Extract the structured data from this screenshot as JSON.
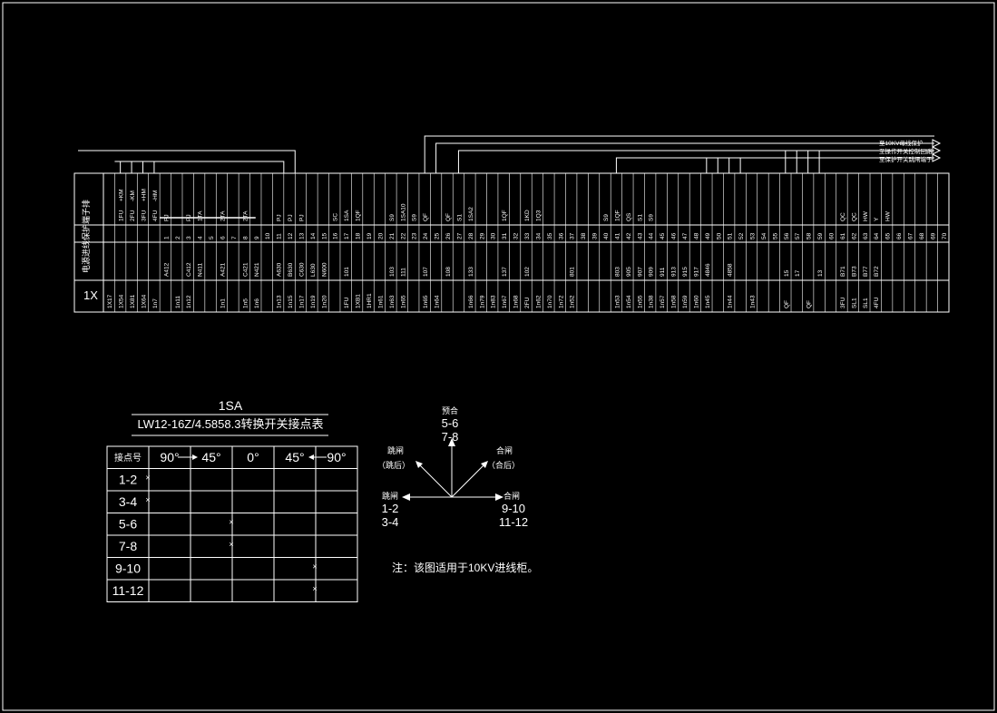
{
  "colors": {
    "background": "#000000",
    "line": "#ffffff",
    "highlight": "#ff2020"
  },
  "terminal_strip": {
    "block_label": "1X",
    "side_title": "电源进线保护端子排",
    "top_groups": [
      "+KM",
      "-KM",
      "+HM",
      "-HM"
    ],
    "right_notes": [
      "至10KV母线保护",
      "至操作开关控制回路",
      "至保护开关跳闸端子"
    ],
    "columns": [
      {
        "dev": "",
        "term": "",
        "wire": "",
        "far": "1X17"
      },
      {
        "dev": "1FU",
        "term": "",
        "wire": "",
        "far": "1X54"
      },
      {
        "dev": "2FU",
        "term": "",
        "wire": "",
        "far": "1X81"
      },
      {
        "dev": "3FU",
        "term": "",
        "wire": "",
        "far": "1X64"
      },
      {
        "dev": "4FU",
        "term": "",
        "wire": "",
        "far": "1n7"
      },
      {
        "dev": "PJ",
        "term": "1",
        "wire": "A412",
        "far": ""
      },
      {
        "dev": "",
        "term": "2",
        "wire": "",
        "far": "1n11"
      },
      {
        "dev": "PJ",
        "term": "3",
        "wire": "C412",
        "far": "1n12"
      },
      {
        "dev": "1TA",
        "term": "4",
        "wire": "N411",
        "far": ""
      },
      {
        "dev": "",
        "term": "5",
        "wire": "",
        "far": ""
      },
      {
        "dev": "2TA",
        "term": "6",
        "wire": "A421",
        "far": "1n1"
      },
      {
        "dev": "",
        "term": "7",
        "wire": "",
        "far": ""
      },
      {
        "dev": "2TA",
        "term": "8",
        "wire": "C421",
        "far": "1n5"
      },
      {
        "dev": "",
        "term": "9",
        "wire": "N421",
        "far": "1n6"
      },
      {
        "dev": "",
        "term": "10",
        "wire": "",
        "far": ""
      },
      {
        "dev": "PJ",
        "term": "11",
        "wire": "A630",
        "far": "1n13"
      },
      {
        "dev": "PJ",
        "term": "12",
        "wire": "B630",
        "far": "1n15"
      },
      {
        "dev": "PJ",
        "term": "13",
        "wire": "C630",
        "far": "1n17"
      },
      {
        "dev": "",
        "term": "14",
        "wire": "L630",
        "far": "1n19"
      },
      {
        "dev": "",
        "term": "15",
        "wire": "N600",
        "far": "1n20"
      },
      {
        "dev": "SC",
        "term": "16",
        "wire": "",
        "far": ""
      },
      {
        "dev": "1SA",
        "term": "17",
        "wire": "101",
        "far": "1FU"
      },
      {
        "dev": "1QF",
        "term": "18",
        "wire": "",
        "far": "1XB1"
      },
      {
        "dev": "",
        "term": "19",
        "wire": "",
        "far": "1HR1"
      },
      {
        "dev": "",
        "term": "20",
        "wire": "",
        "far": "1n61"
      },
      {
        "dev": "S9",
        "term": "21",
        "wire": "103",
        "far": "1n63"
      },
      {
        "dev": "1SA10",
        "term": "22",
        "wire": "111",
        "far": "1n65"
      },
      {
        "dev": "S9",
        "term": "23",
        "wire": "",
        "far": ""
      },
      {
        "dev": "QF",
        "term": "24",
        "wire": "107",
        "far": "1n65"
      },
      {
        "dev": "",
        "term": "25",
        "wire": "",
        "far": "1n64"
      },
      {
        "dev": "QF",
        "term": "26",
        "wire": "108",
        "far": ""
      },
      {
        "dev": "S1",
        "term": "27",
        "wire": "",
        "far": ""
      },
      {
        "dev": "1SA2",
        "term": "28",
        "wire": "133",
        "far": "1n66"
      },
      {
        "dev": "",
        "term": "29",
        "wire": "",
        "far": "1n79"
      },
      {
        "dev": "",
        "term": "30",
        "wire": "",
        "far": "1n83"
      },
      {
        "dev": "1QF",
        "term": "31",
        "wire": "137",
        "far": "1n67"
      },
      {
        "dev": "",
        "term": "32",
        "wire": "",
        "far": "1n68"
      },
      {
        "dev": "1KD",
        "term": "33",
        "wire": "102",
        "far": "2FU"
      },
      {
        "dev": "1Q3",
        "term": "34",
        "wire": "",
        "far": "1n62"
      },
      {
        "dev": "",
        "term": "35",
        "wire": "",
        "far": "1n70"
      },
      {
        "dev": "",
        "term": "36",
        "wire": "",
        "far": "1n72"
      },
      {
        "dev": "",
        "term": "37",
        "wire": "801",
        "far": "1n52"
      },
      {
        "dev": "",
        "term": "38",
        "wire": "",
        "far": ""
      },
      {
        "dev": "",
        "term": "39",
        "wire": "",
        "far": ""
      },
      {
        "dev": "S9",
        "term": "40",
        "wire": "",
        "far": ""
      },
      {
        "dev": "1QF",
        "term": "41",
        "wire": "803",
        "far": "1n53"
      },
      {
        "dev": "QS",
        "term": "42",
        "wire": "905",
        "far": "1n54"
      },
      {
        "dev": "S1",
        "term": "43",
        "wire": "907",
        "far": "1n55"
      },
      {
        "dev": "S9",
        "term": "44",
        "wire": "909",
        "far": "1n38"
      },
      {
        "dev": "",
        "term": "45",
        "wire": "911",
        "far": "1n57"
      },
      {
        "dev": "",
        "term": "46",
        "wire": "913",
        "far": "1n58"
      },
      {
        "dev": "",
        "term": "47",
        "wire": "915",
        "far": "1n59"
      },
      {
        "dev": "",
        "term": "48",
        "wire": "917",
        "far": "1n60"
      },
      {
        "dev": "",
        "term": "49",
        "wire": "4846",
        "far": "1n45"
      },
      {
        "dev": "",
        "term": "50",
        "wire": "",
        "far": ""
      },
      {
        "dev": "",
        "term": "51",
        "wire": "4858",
        "far": "1n44"
      },
      {
        "dev": "",
        "term": "52",
        "wire": "",
        "far": ""
      },
      {
        "dev": "",
        "term": "53",
        "wire": "",
        "far": "1n43"
      },
      {
        "dev": "",
        "term": "54",
        "wire": "",
        "far": ""
      },
      {
        "dev": "",
        "term": "55",
        "wire": "",
        "far": ""
      },
      {
        "dev": "",
        "term": "56",
        "wire": "15",
        "far": "QF"
      },
      {
        "dev": "",
        "term": "57",
        "wire": "17",
        "far": ""
      },
      {
        "dev": "",
        "term": "58",
        "wire": "",
        "far": "QF"
      },
      {
        "dev": "",
        "term": "59",
        "wire": "13",
        "far": ""
      },
      {
        "dev": "",
        "term": "60",
        "wire": "",
        "far": ""
      },
      {
        "dev": "QC",
        "term": "61",
        "wire": "B71",
        "far": "3FU"
      },
      {
        "dev": "QC",
        "term": "62",
        "wire": "B73",
        "far": "SL1"
      },
      {
        "dev": "HW",
        "term": "63",
        "wire": "B77",
        "far": "SL1"
      },
      {
        "dev": "Y",
        "term": "64",
        "wire": "B72",
        "far": "4FU"
      },
      {
        "dev": "HW",
        "term": "65",
        "wire": "",
        "far": ""
      },
      {
        "dev": "",
        "term": "66",
        "wire": "",
        "far": ""
      },
      {
        "dev": "",
        "term": "67",
        "wire": "",
        "far": ""
      },
      {
        "dev": "",
        "term": "68",
        "wire": "",
        "far": ""
      },
      {
        "dev": "",
        "term": "69",
        "wire": "",
        "far": ""
      },
      {
        "dev": "",
        "term": "70",
        "wire": "",
        "far": ""
      }
    ],
    "red_wire_columns": [
      28,
      30,
      60,
      61,
      63
    ]
  },
  "switch_table": {
    "device": "1SA",
    "title": "LW12-16Z/4.5858.3转换开关接点表",
    "header_label": "接点号",
    "positions": [
      "90°",
      "45°",
      "0°",
      "45°",
      "90°"
    ],
    "rows": [
      {
        "contact": "1-2",
        "mark_col": 0
      },
      {
        "contact": "3-4",
        "mark_col": 0
      },
      {
        "contact": "5-6",
        "mark_col": 2
      },
      {
        "contact": "7-8",
        "mark_col": 2
      },
      {
        "contact": "9-10",
        "mark_col": 4
      },
      {
        "contact": "11-12",
        "mark_col": 4
      }
    ],
    "mark_symbol": "×"
  },
  "position_diagram": {
    "top_label": "预合",
    "top_contacts_1": "5-6",
    "top_contacts_2": "7-8",
    "upleft_label": "跳闸",
    "upleft_sub": "（跳后）",
    "upright_label": "合闸",
    "upright_sub": "（合后）",
    "left_label": "跳闸",
    "left_contacts_1": "1-2",
    "left_contacts_2": "3-4",
    "right_label": "合闸",
    "right_contacts_1": "9-10",
    "right_contacts_2": "11-12"
  },
  "note": "注：该图适用于10KV进线柜。"
}
